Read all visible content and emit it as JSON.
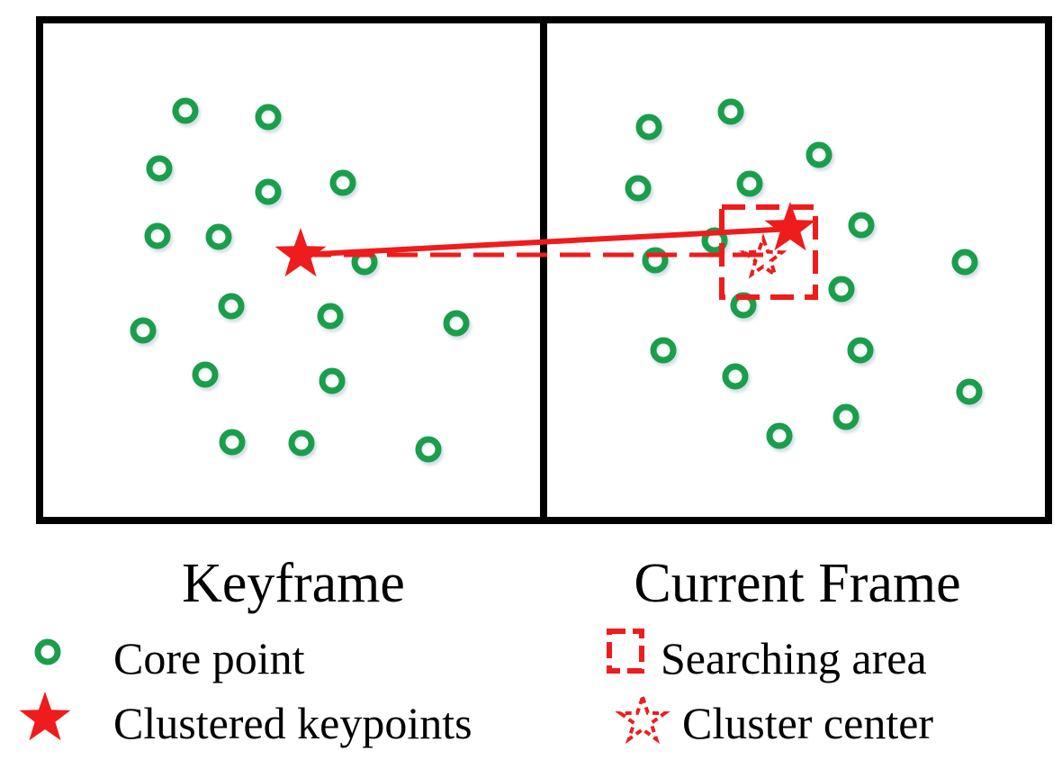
{
  "labels": {
    "left_panel": "Keyframe",
    "right_panel": "Current Frame"
  },
  "legend": {
    "core_point": "Core point",
    "clustered_keypoints": "Clustered keypoints",
    "searching_area": "Searching area",
    "cluster_center": "Cluster center"
  },
  "colors": {
    "core_point": "#1a9e4b",
    "accent": "#ee1c1c",
    "frame_border": "#000000"
  },
  "icons": {
    "core_point": "ring-circle-icon",
    "clustered_keypoints": "solid-star-icon",
    "searching_area": "dashed-rectangle-icon",
    "cluster_center": "dashed-star-icon"
  }
}
